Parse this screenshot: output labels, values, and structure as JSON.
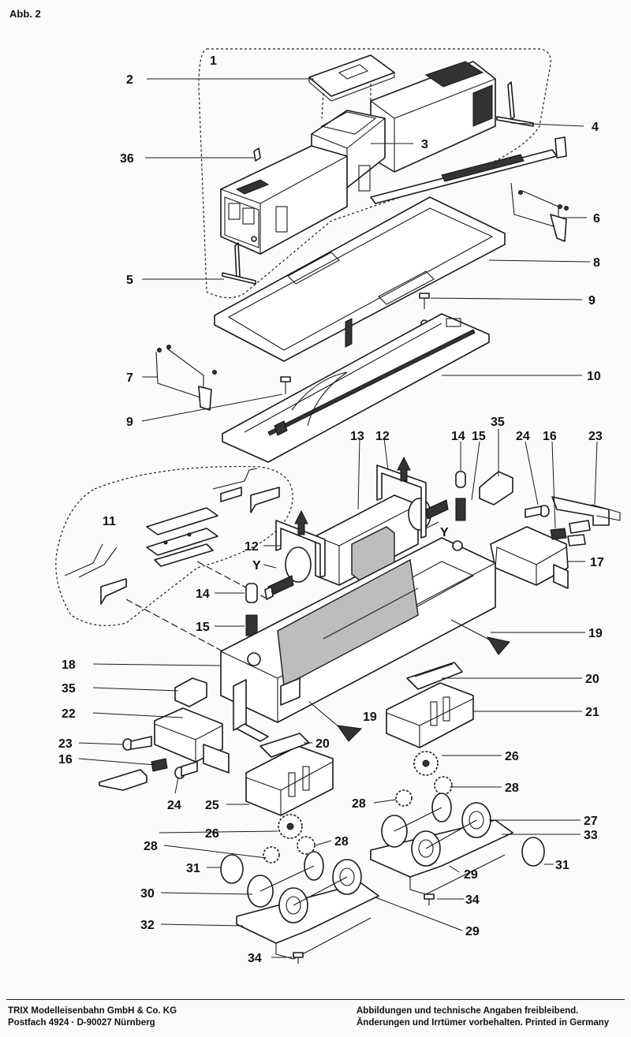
{
  "figure_label": "Abb. 2",
  "callouts": [
    {
      "id": "c1",
      "text": "1"
    },
    {
      "id": "c2",
      "text": "2"
    },
    {
      "id": "c3",
      "text": "3"
    },
    {
      "id": "c4",
      "text": "4"
    },
    {
      "id": "c36",
      "text": "36"
    },
    {
      "id": "c6",
      "text": "6"
    },
    {
      "id": "c8",
      "text": "8"
    },
    {
      "id": "c5",
      "text": "5"
    },
    {
      "id": "c9a",
      "text": "9"
    },
    {
      "id": "c7",
      "text": "7"
    },
    {
      "id": "c10",
      "text": "10"
    },
    {
      "id": "c9b",
      "text": "9"
    },
    {
      "id": "c13",
      "text": "13"
    },
    {
      "id": "c12a",
      "text": "12"
    },
    {
      "id": "c14a",
      "text": "14"
    },
    {
      "id": "c15a",
      "text": "15"
    },
    {
      "id": "c35a",
      "text": "35"
    },
    {
      "id": "c24a",
      "text": "24"
    },
    {
      "id": "c16a",
      "text": "16"
    },
    {
      "id": "c23a",
      "text": "23"
    },
    {
      "id": "c11",
      "text": "11"
    },
    {
      "id": "cYa",
      "text": "Y"
    },
    {
      "id": "c12b",
      "text": "12"
    },
    {
      "id": "cYb",
      "text": "Y"
    },
    {
      "id": "c17",
      "text": "17"
    },
    {
      "id": "c14b",
      "text": "14"
    },
    {
      "id": "c15b",
      "text": "15"
    },
    {
      "id": "c19a",
      "text": "19"
    },
    {
      "id": "c18",
      "text": "18"
    },
    {
      "id": "c20a",
      "text": "20"
    },
    {
      "id": "c35b",
      "text": "35"
    },
    {
      "id": "c21",
      "text": "21"
    },
    {
      "id": "c22",
      "text": "22"
    },
    {
      "id": "c19b",
      "text": "19"
    },
    {
      "id": "c23b",
      "text": "23"
    },
    {
      "id": "c20b",
      "text": "20"
    },
    {
      "id": "c16b",
      "text": "16"
    },
    {
      "id": "c26a",
      "text": "26"
    },
    {
      "id": "c24b",
      "text": "24"
    },
    {
      "id": "c25",
      "text": "25"
    },
    {
      "id": "c28a",
      "text": "28"
    },
    {
      "id": "c28b",
      "text": "28"
    },
    {
      "id": "c27",
      "text": "27"
    },
    {
      "id": "c26b",
      "text": "26"
    },
    {
      "id": "c33",
      "text": "33"
    },
    {
      "id": "c28c",
      "text": "28"
    },
    {
      "id": "c28d",
      "text": "28"
    },
    {
      "id": "c31a",
      "text": "31"
    },
    {
      "id": "c31b",
      "text": "31"
    },
    {
      "id": "c29a",
      "text": "29"
    },
    {
      "id": "c30",
      "text": "30"
    },
    {
      "id": "c34a",
      "text": "34"
    },
    {
      "id": "c32",
      "text": "32"
    },
    {
      "id": "c29b",
      "text": "29"
    },
    {
      "id": "c34b",
      "text": "34"
    }
  ],
  "footer": {
    "left_line1": "TRIX Modelleisenbahn GmbH & Co. KG",
    "left_line2": "Postfach 4924 · D-90027 Nürnberg",
    "right_line1": "Abbildungen und technische Angaben freibleibend.",
    "right_line2": "Änderungen und Irrtümer vorbehalten. Printed in Germany"
  }
}
